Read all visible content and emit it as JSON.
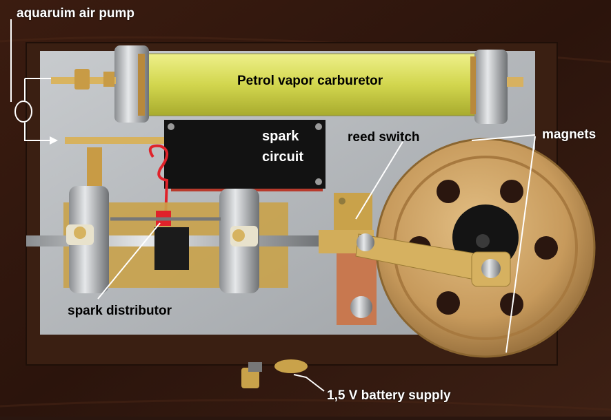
{
  "labels": {
    "air_pump": "aquaruim air pump",
    "carburetor": "Petrol vapor carburetor",
    "spark_circuit_line1": "spark",
    "spark_circuit_line2": "circuit",
    "reed_switch": "reed switch",
    "magnets": "magnets",
    "spark_distributor": "spark distributor",
    "battery": "1,5 V battery supply"
  },
  "colors": {
    "wood": "#3a1d12",
    "plate": "#b9bcbf",
    "brass": "#c9a24a",
    "fuel": "#d7dc5a",
    "pcb": "#111111",
    "copper": "#c47a52"
  }
}
